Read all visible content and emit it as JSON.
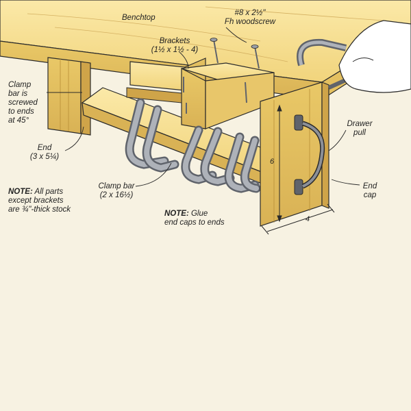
{
  "labels": {
    "benchtop": "Benchtop",
    "screw_line1": "#8 x 2½\"",
    "screw_line2": "Fh woodscrew",
    "brackets_line1": "Brackets",
    "brackets_line2": "(1½ x 1½ - 4)",
    "clamp_note_line1": "Clamp",
    "clamp_note_line2": "bar is",
    "clamp_note_line3": "screwed",
    "clamp_note_line4": "to ends",
    "clamp_note_line5": "at 45°",
    "end_line1": "End",
    "end_line2": "(3 x 5¼)",
    "drawer_pull_line1": "Drawer",
    "drawer_pull_line2": "pull",
    "end_cap_line1": "End",
    "end_cap_line2": "cap",
    "clamp_bar_line1": "Clamp bar",
    "clamp_bar_line2": "(2 x 16½)",
    "note1_bold": "NOTE:",
    "note1_text_line1": " All parts",
    "note1_text_line2": "except brackets",
    "note1_text_line3": "are ¾\"-thick stock",
    "note2_bold": "NOTE:",
    "note2_text_line1": " Glue",
    "note2_text_line2": "end caps to ends"
  },
  "dimensions": {
    "height": "6",
    "width": "4"
  },
  "colors": {
    "background": "#f7f2e2",
    "wood_light": "#f5df92",
    "wood_mid": "#e8c66a",
    "wood_dark": "#d1a64a",
    "clamp_gray": "#9a9ea6",
    "clamp_dark": "#5f636b",
    "line": "#2a2a2a"
  }
}
